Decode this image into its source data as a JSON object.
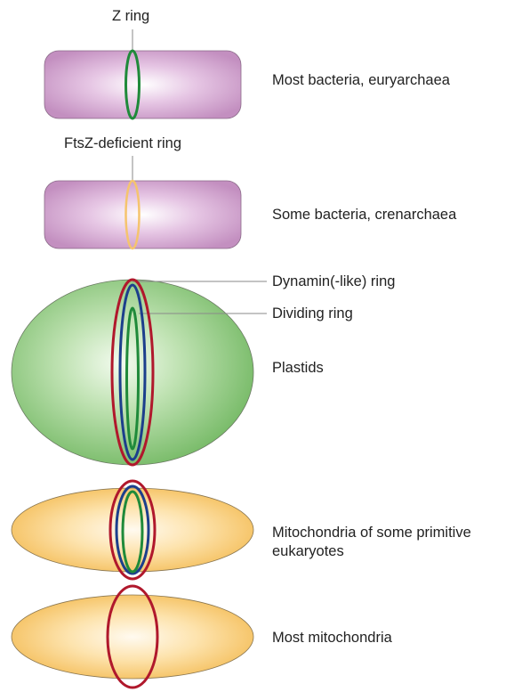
{
  "labels": {
    "z_ring": "Z ring",
    "ftsz_deficient_ring": "FtsZ-deficient ring",
    "dynamin_ring": "Dynamin(-like) ring",
    "dividing_ring": "Dividing ring"
  },
  "rows": [
    {
      "id": "bacteria",
      "label": "Most bacteria, euryarchaea"
    },
    {
      "id": "crenarchaea",
      "label": "Some bacteria, crenarchaea"
    },
    {
      "id": "plastids",
      "label": "Plastids"
    },
    {
      "id": "primitive-mito",
      "label": "Mitochondria of some primitive eukaryotes"
    },
    {
      "id": "mito",
      "label": "Most mitochondria"
    }
  ],
  "colors": {
    "z_ring": "#1f8a3a",
    "ftsz_deficient_ring": "#f5c46e",
    "dynamin_ring": "#b0182c",
    "dividing_ring": "#1c3f8c",
    "bacteria_cell": "#c995c6",
    "plastid_cell": "#7cbf6e",
    "mito_cell": "#f2c063",
    "leader_line": "#8a8a8a"
  }
}
